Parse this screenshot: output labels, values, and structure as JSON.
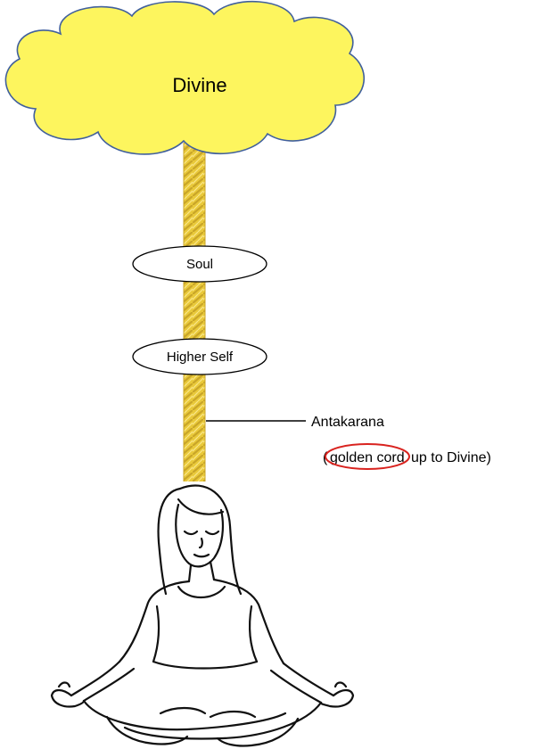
{
  "cloud": {
    "label": "Divine",
    "fill": "#fdf55e",
    "stroke": "#41609c"
  },
  "cord": {
    "color": "#e9c93a",
    "shade": "#c9a528",
    "highlight": "#fbe78a"
  },
  "ovals": [
    {
      "label": "Soul"
    },
    {
      "label": "Higher Self"
    }
  ],
  "annotation": {
    "line1": "Antakarana",
    "line2_open": "(",
    "line2_highlight": "golden cord",
    "line2_rest": "up to Divine)",
    "highlight_color": "#d9231f"
  },
  "figure": {
    "name": "meditating-person-icon"
  }
}
